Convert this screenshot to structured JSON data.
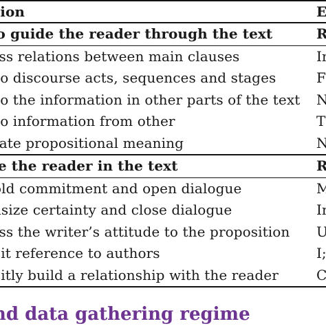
{
  "table": {
    "header": {
      "function": "nction",
      "example": "E"
    },
    "sections": [
      {
        "title": "p to guide the reader through the text",
        "title_example": "R",
        "rows": [
          {
            "function": "press relations between main clauses",
            "example": "In"
          },
          {
            "function": "er to discourse acts, sequences and stages",
            "example": "F"
          },
          {
            "function": "er to the information in other parts of the text",
            "example": "N"
          },
          {
            "function": "er to information from other",
            "example": "T"
          },
          {
            "function": "borate propositional meaning",
            "example": "N"
          }
        ]
      },
      {
        "title": "olve the reader in the text",
        "title_example": "R",
        "rows": [
          {
            "function": "hhold commitment and open dialogue",
            "example": "M"
          },
          {
            "function": "phasize certainty and close dialogue",
            "example": "In"
          },
          {
            "function": "press the writer’s attitude to the proposition",
            "example": "U"
          },
          {
            "function": "plicit reference to authors",
            "example": "I;"
          },
          {
            "function": "plicitly build a relationship with the reader",
            "example": "C"
          }
        ]
      }
    ]
  },
  "section_heading": "nd data gathering regime",
  "colors": {
    "heading": "#6d3591",
    "rule": "#111111",
    "text": "#1a1a1a"
  }
}
